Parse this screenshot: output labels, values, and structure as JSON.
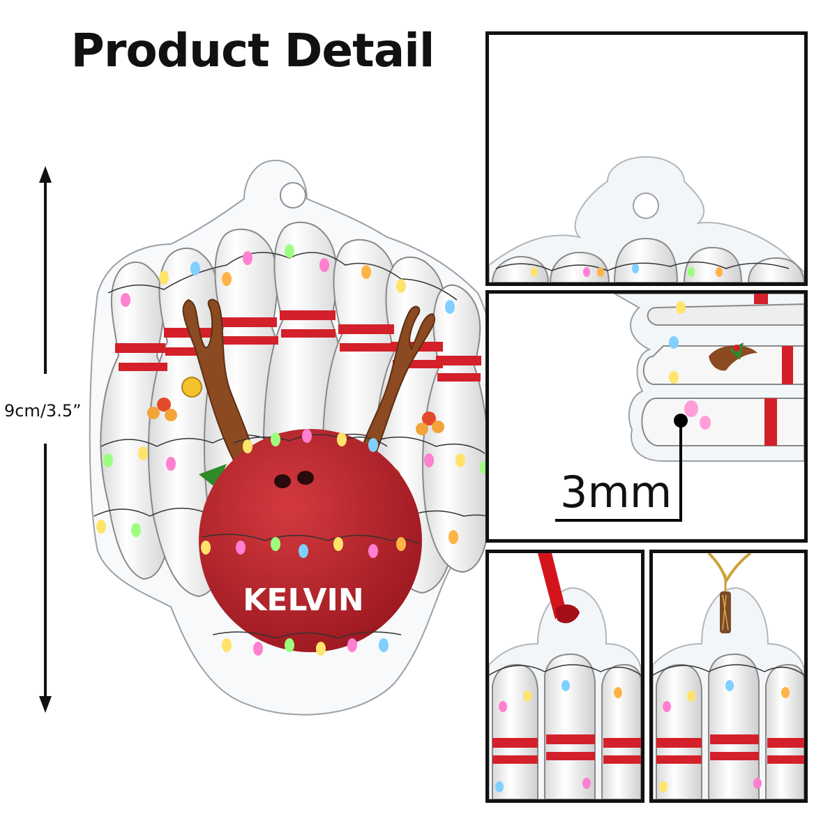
{
  "header": {
    "title": "Product Detail"
  },
  "dimension": {
    "label": "9cm/3.5”"
  },
  "ornament": {
    "name": "KELVIN"
  },
  "thickness_panel": {
    "label": "3mm"
  },
  "colors": {
    "pin_red": "#d3202a",
    "ball_red": "#c0222b",
    "antler_brown": "#8b4a22",
    "holly_green": "#2f8a2a",
    "ribbon_red": "#d4141c",
    "cord_gold": "#b8932e"
  },
  "panels": [
    {
      "id": "hanging-hole-detail",
      "icon": "ornament-top-closeup"
    },
    {
      "id": "thickness-detail",
      "icon": "edge-closeup"
    },
    {
      "id": "ribbon-option",
      "icon": "red-ribbon"
    },
    {
      "id": "gold-cord-option",
      "icon": "gold-string"
    }
  ]
}
